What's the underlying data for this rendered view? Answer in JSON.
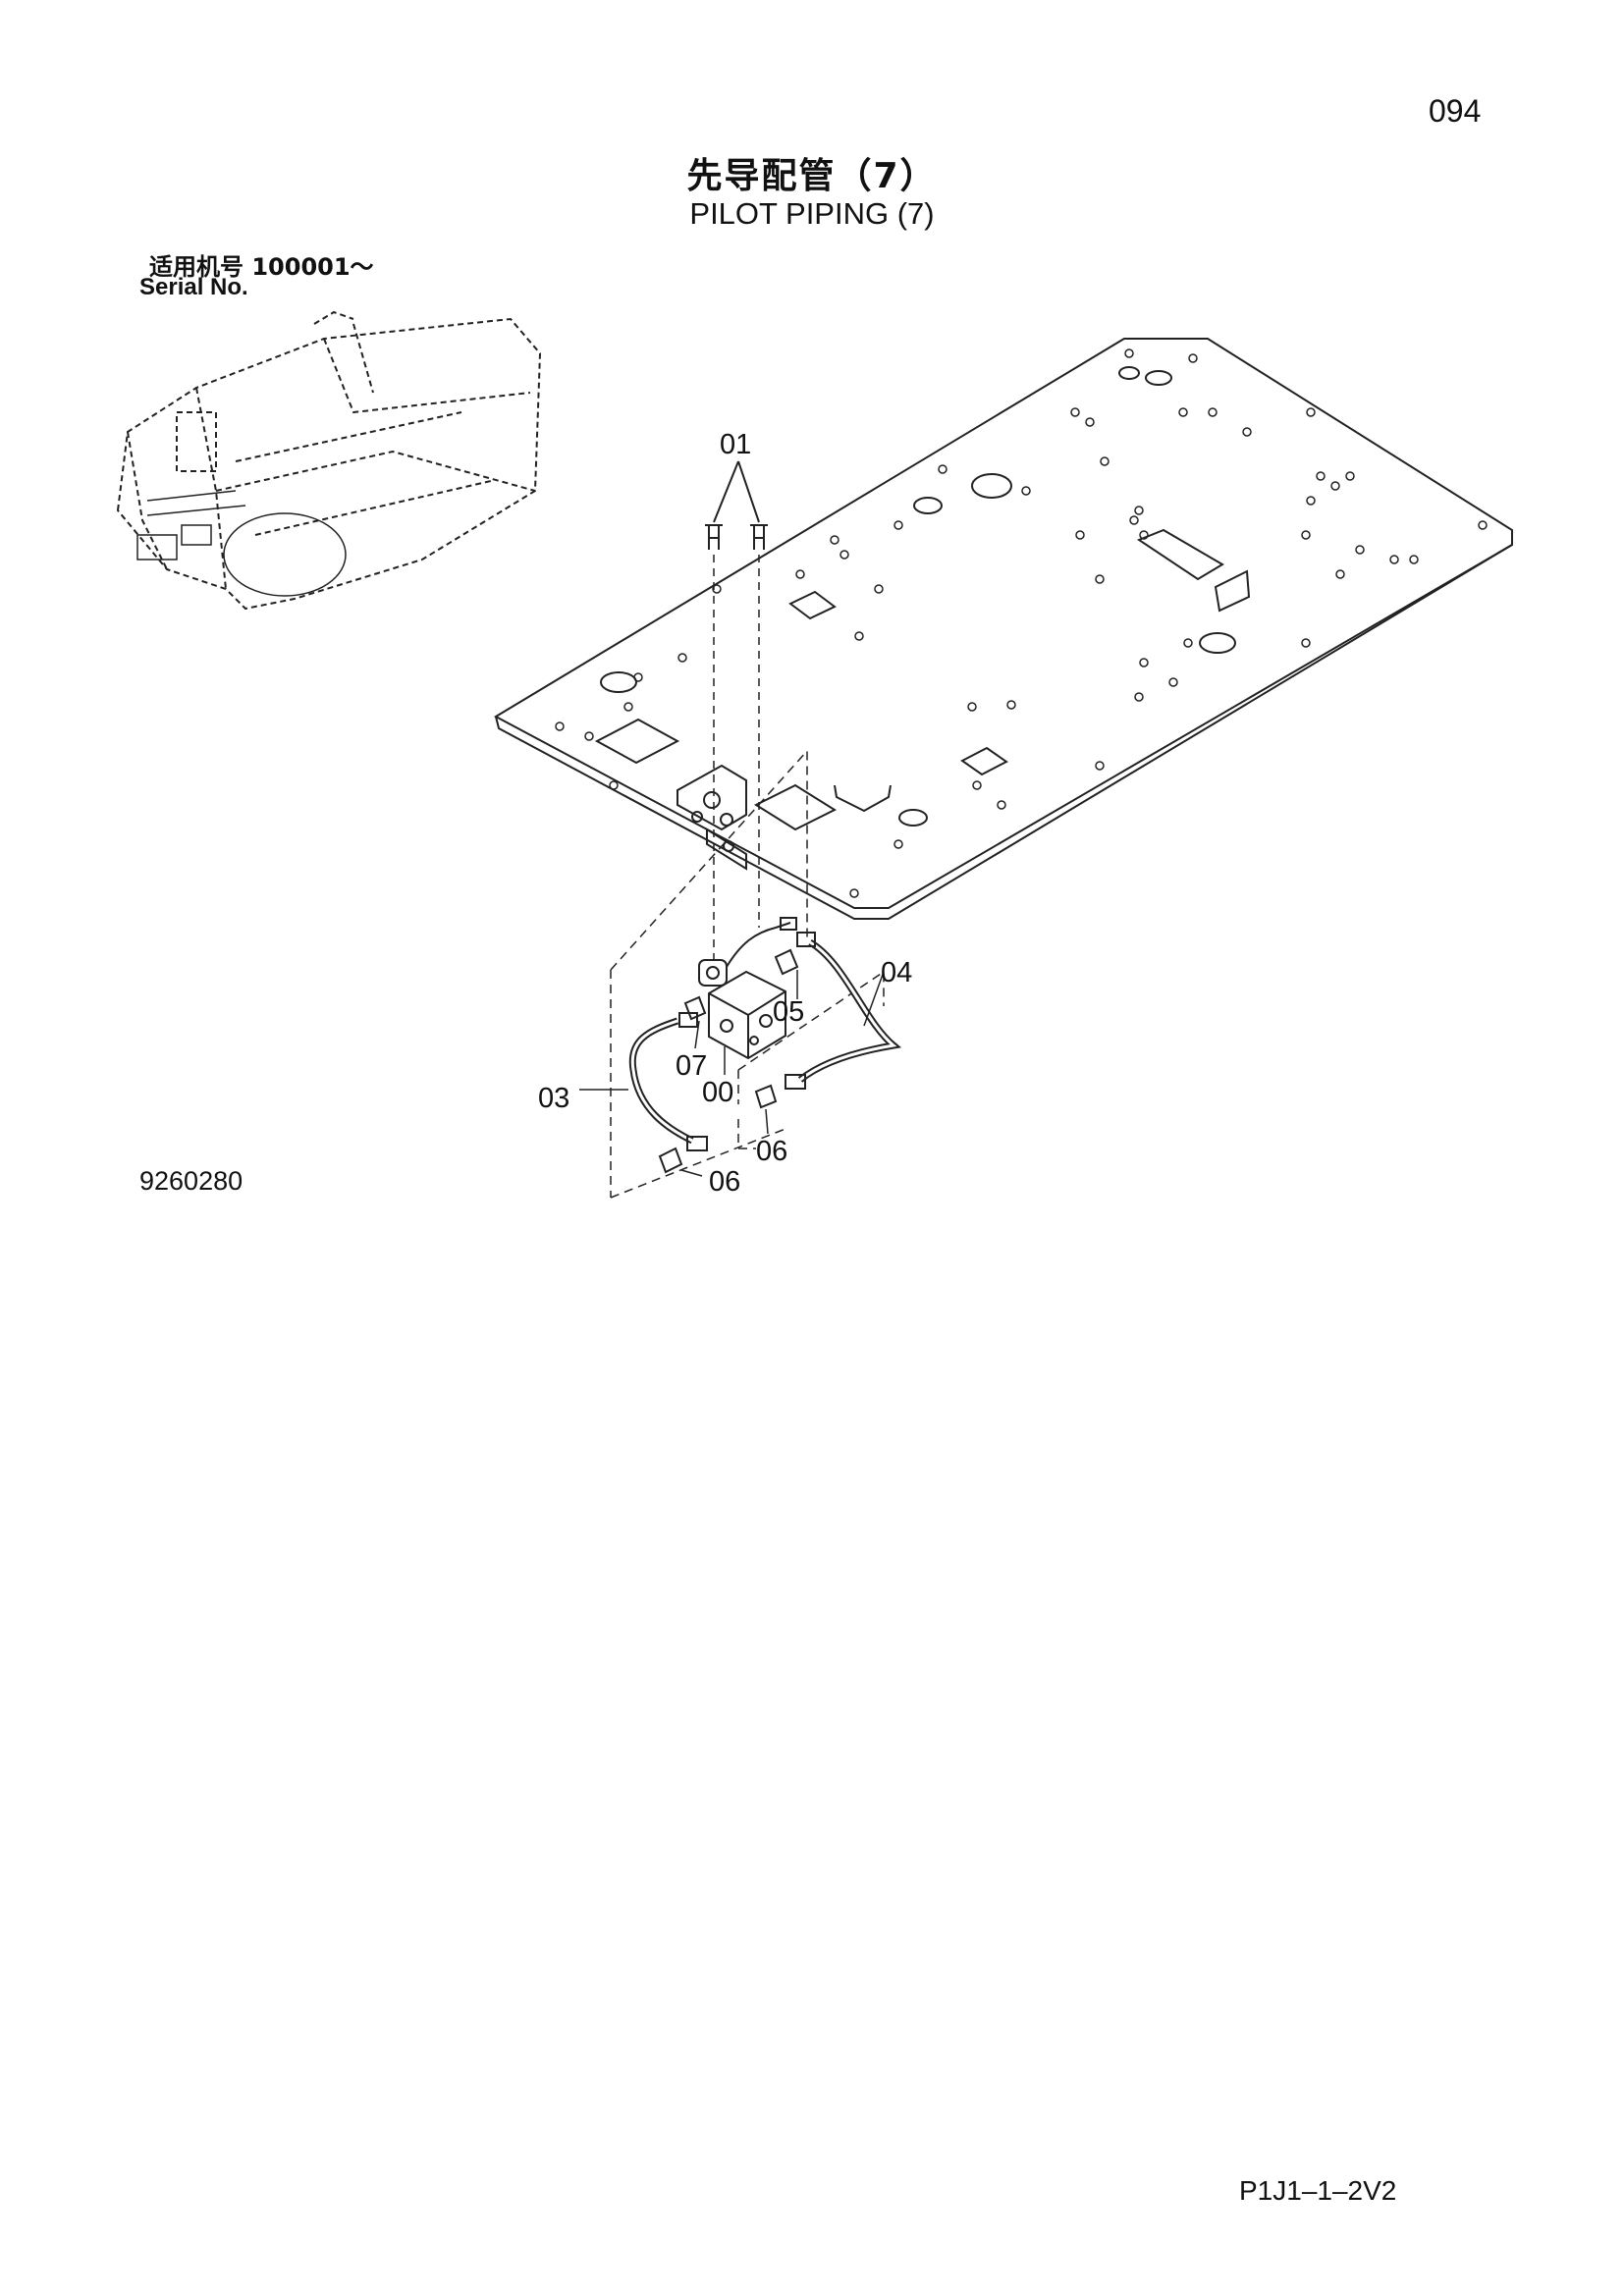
{
  "page_number": "094",
  "title_cn": "先导配管（7）",
  "title_en": "PILOT PIPING (7)",
  "serial_cn": "适用机号  100001～",
  "serial_en": "Serial No.",
  "drawing_number": "9260280",
  "page_code": "P1J1–1–2V2",
  "callouts": {
    "c01": "01",
    "c04": "04",
    "c05": "05",
    "c07": "07",
    "c00": "00",
    "c03": "03",
    "c06a": "06",
    "c06b": "06"
  }
}
